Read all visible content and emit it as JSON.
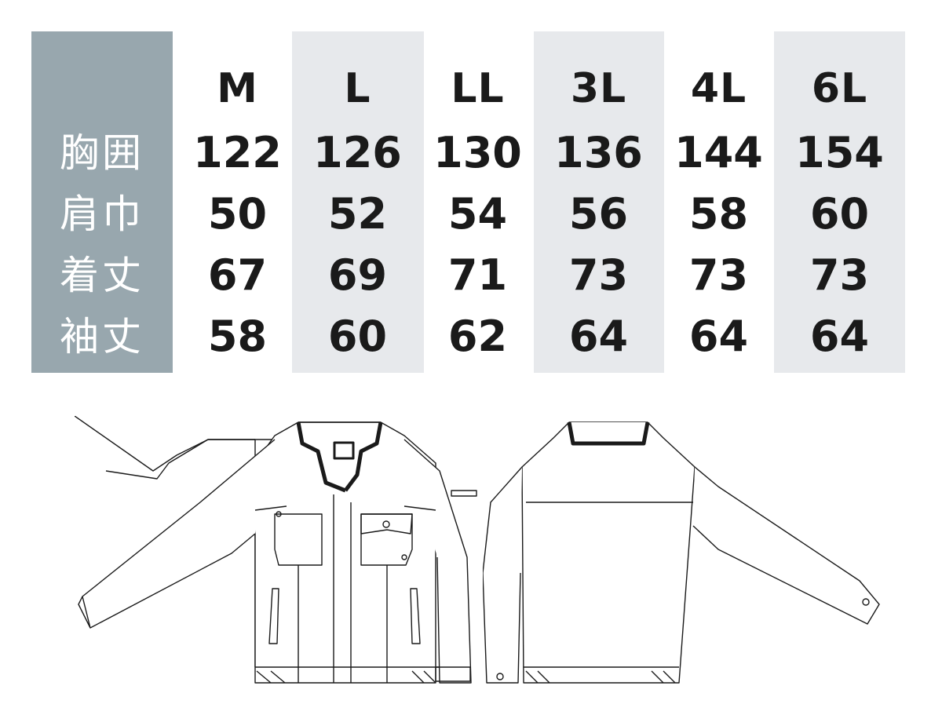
{
  "table": {
    "sizes": [
      "M",
      "L",
      "LL",
      "3L",
      "4L",
      "6L"
    ],
    "rows": [
      {
        "label": "胸囲",
        "values": [
          "122",
          "126",
          "130",
          "136",
          "144",
          "154"
        ]
      },
      {
        "label": "肩巾",
        "values": [
          "50",
          "52",
          "54",
          "56",
          "58",
          "60"
        ]
      },
      {
        "label": "着丈",
        "values": [
          "67",
          "69",
          "71",
          "73",
          "73",
          "73"
        ]
      },
      {
        "label": "袖丈",
        "values": [
          "58",
          "60",
          "62",
          "64",
          "64",
          "64"
        ]
      }
    ]
  },
  "colors": {
    "label_column": "#98a7ae",
    "alt_band": "#e7e9ec",
    "text": "#1a1a1a"
  },
  "icons": [
    "jacket-front-icon",
    "jacket-back-icon"
  ]
}
